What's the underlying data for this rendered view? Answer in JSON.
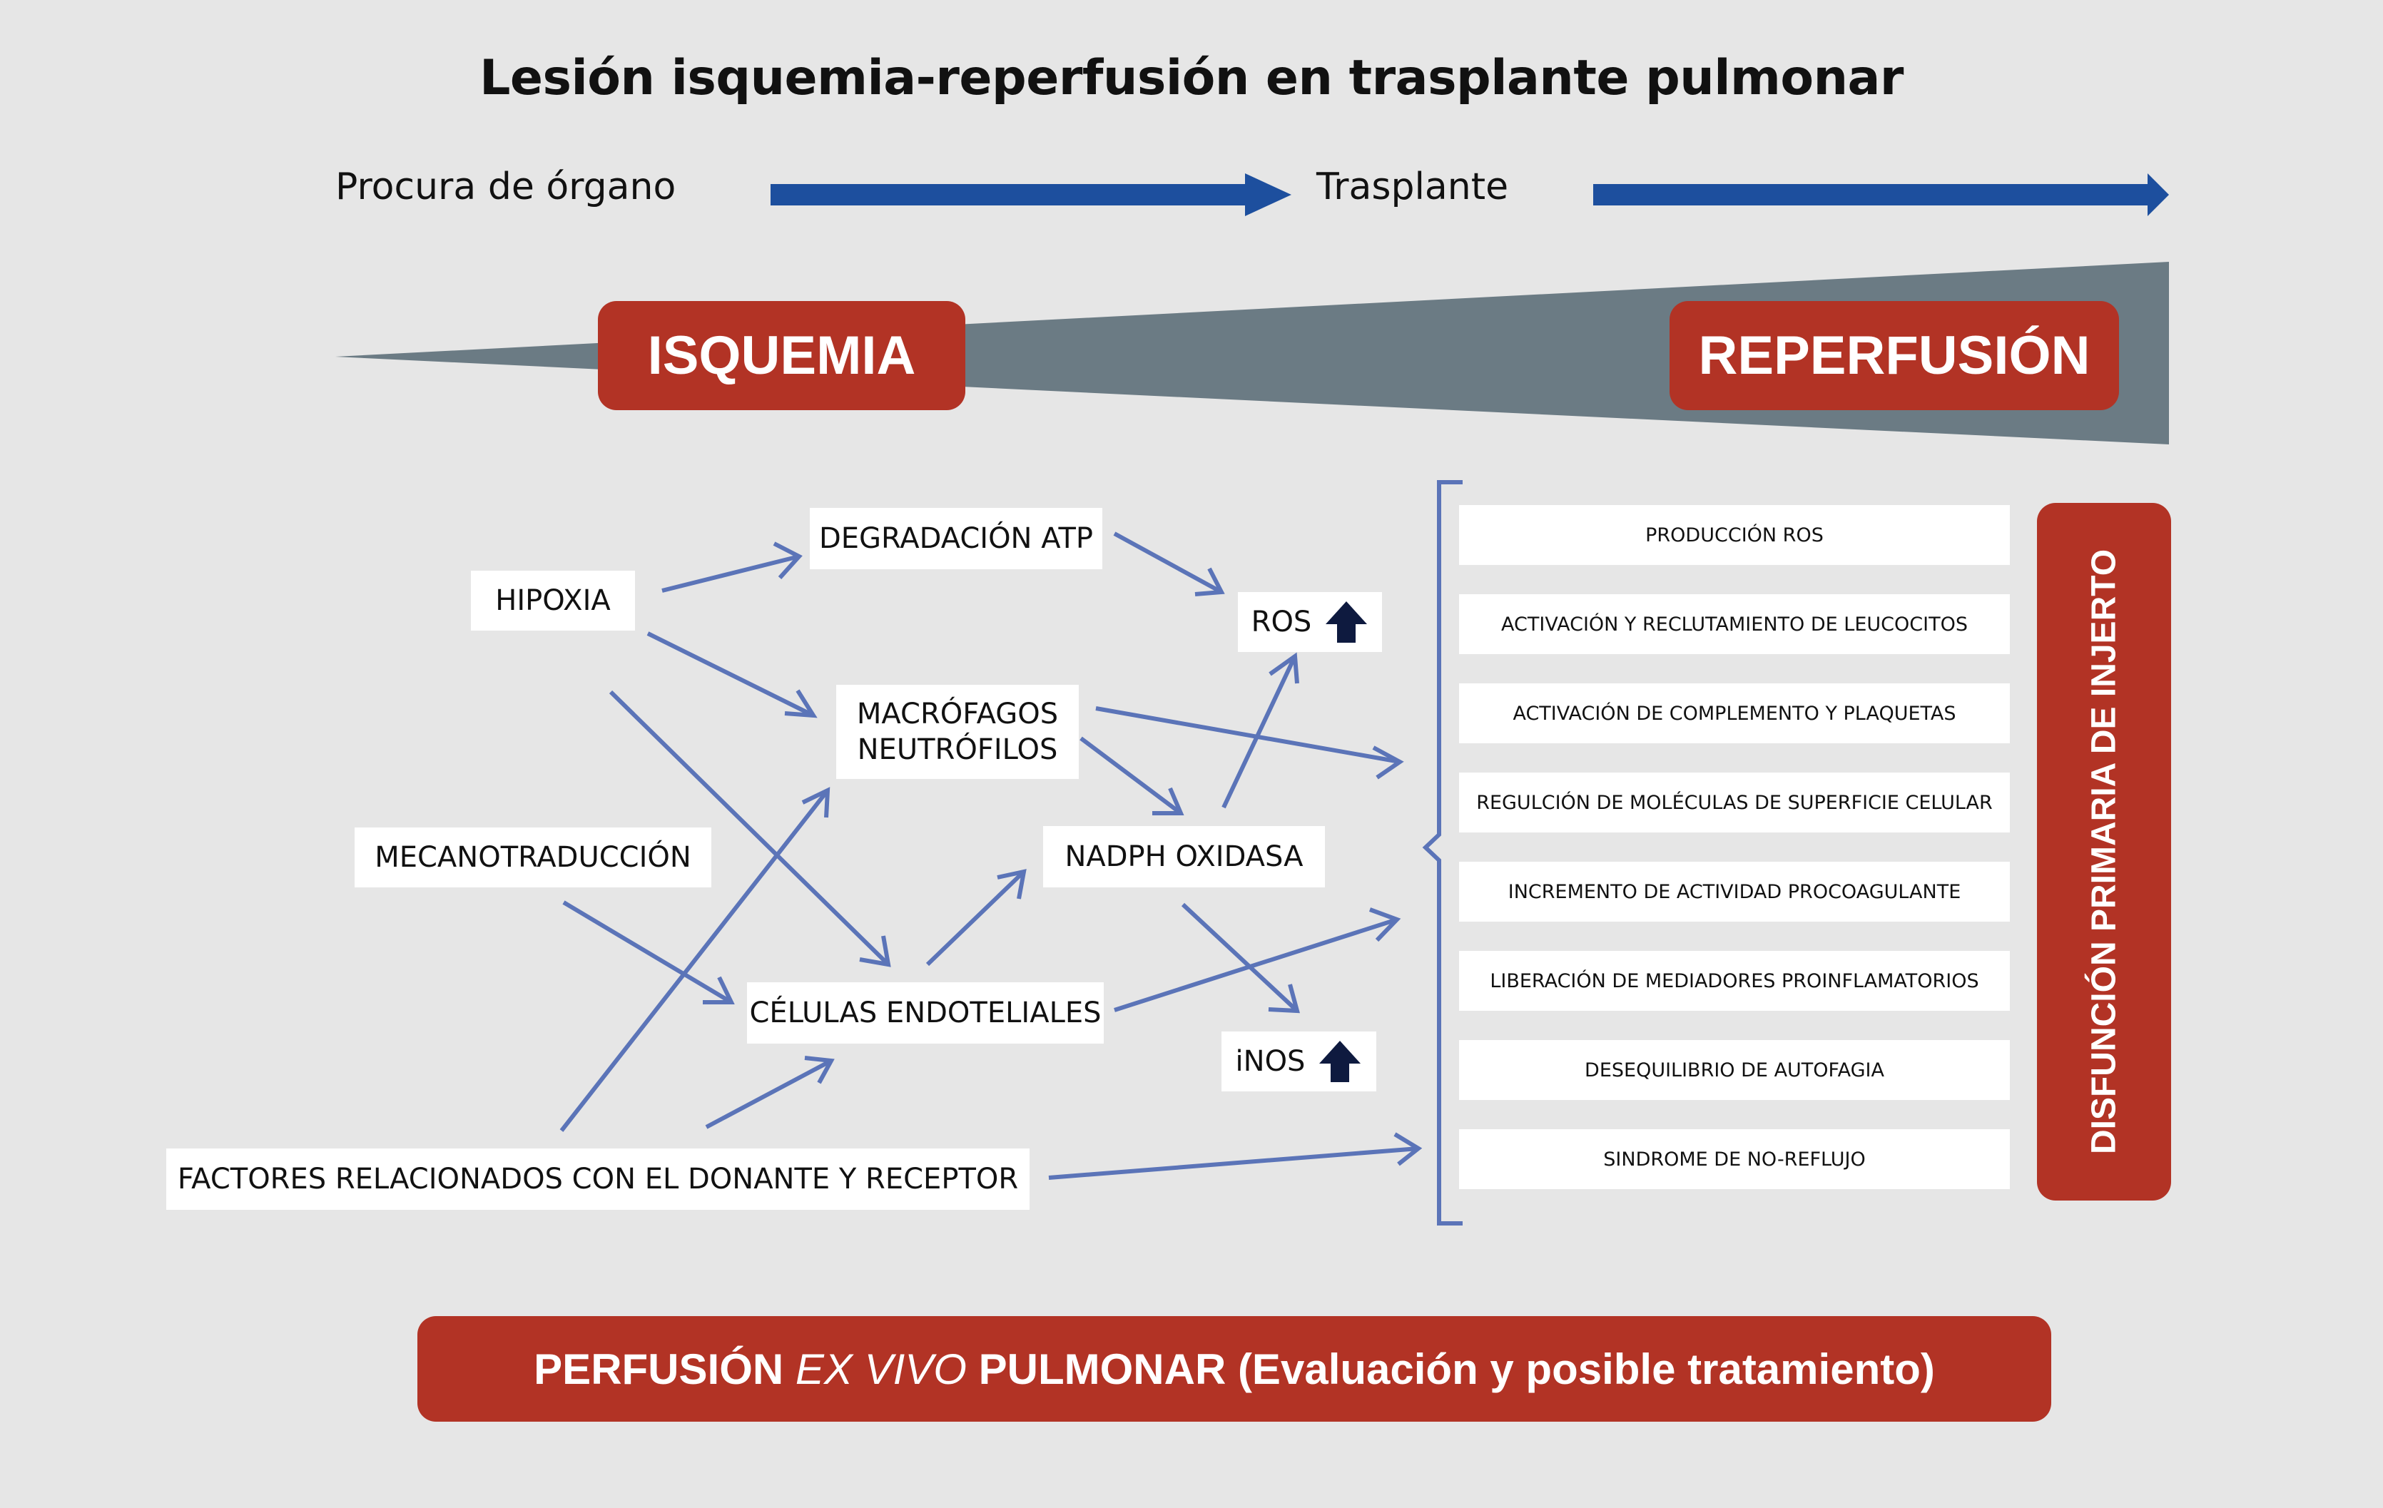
{
  "title": "Lesión isquemia-reperfusión en trasplante pulmonar",
  "timeline": {
    "start": "Procura de órgano",
    "middle": "Trasplante"
  },
  "phases": {
    "ischemia": "ISQUEMIA",
    "reperfusion": "REPERFUSIÓN"
  },
  "nodes": {
    "hipoxia": "HIPOXIA",
    "degradacion_atp": "DEGRADACIÓN ATP",
    "ros": "ROS",
    "macrofagos": "MACRÓFAGOS",
    "neutrofilos": "NEUTRÓFILOS",
    "mecanotraduccion": "MECANOTRADUCCIÓN",
    "nadph": "NADPH OXIDASA",
    "celulas_endoteliales": "CÉLULAS ENDOTELIALES",
    "inos": "iNOS",
    "factores": "FACTORES RELACIONADOS CON EL DONANTE Y RECEPTOR"
  },
  "effects": [
    "PRODUCCIÓN ROS",
    "ACTIVACIÓN Y RECLUTAMIENTO DE LEUCOCITOS",
    "ACTIVACIÓN DE COMPLEMENTO Y PLAQUETAS",
    "REGULCIÓN DE MOLÉCULAS DE SUPERFICIE CELULAR",
    "INCREMENTO DE ACTIVIDAD PROCOAGULANTE",
    "LIBERACIÓN DE MEDIADORES PROINFLAMATORIOS",
    "DESEQUILIBRIO DE AUTOFAGIA",
    "SINDROME DE NO-REFLUJO"
  ],
  "outcome": "DISFUNCIÓN PRIMARIA DE INJERTO",
  "bottom": {
    "part1": "PERFUSIÓN ",
    "part2": "EX VIVO",
    "part3": " PULMONAR (Evaluación y posible tratamiento)"
  },
  "colors": {
    "background": "#e6e6e6",
    "accent_red": "#b23325",
    "arrow_blue": "#1d4f9e",
    "connector_blue": "#5b74b8",
    "wedge_gray": "#6b7b84",
    "up_arrow_navy": "#0e1a3f"
  },
  "icons": {
    "increase": "up-arrow-icon"
  }
}
